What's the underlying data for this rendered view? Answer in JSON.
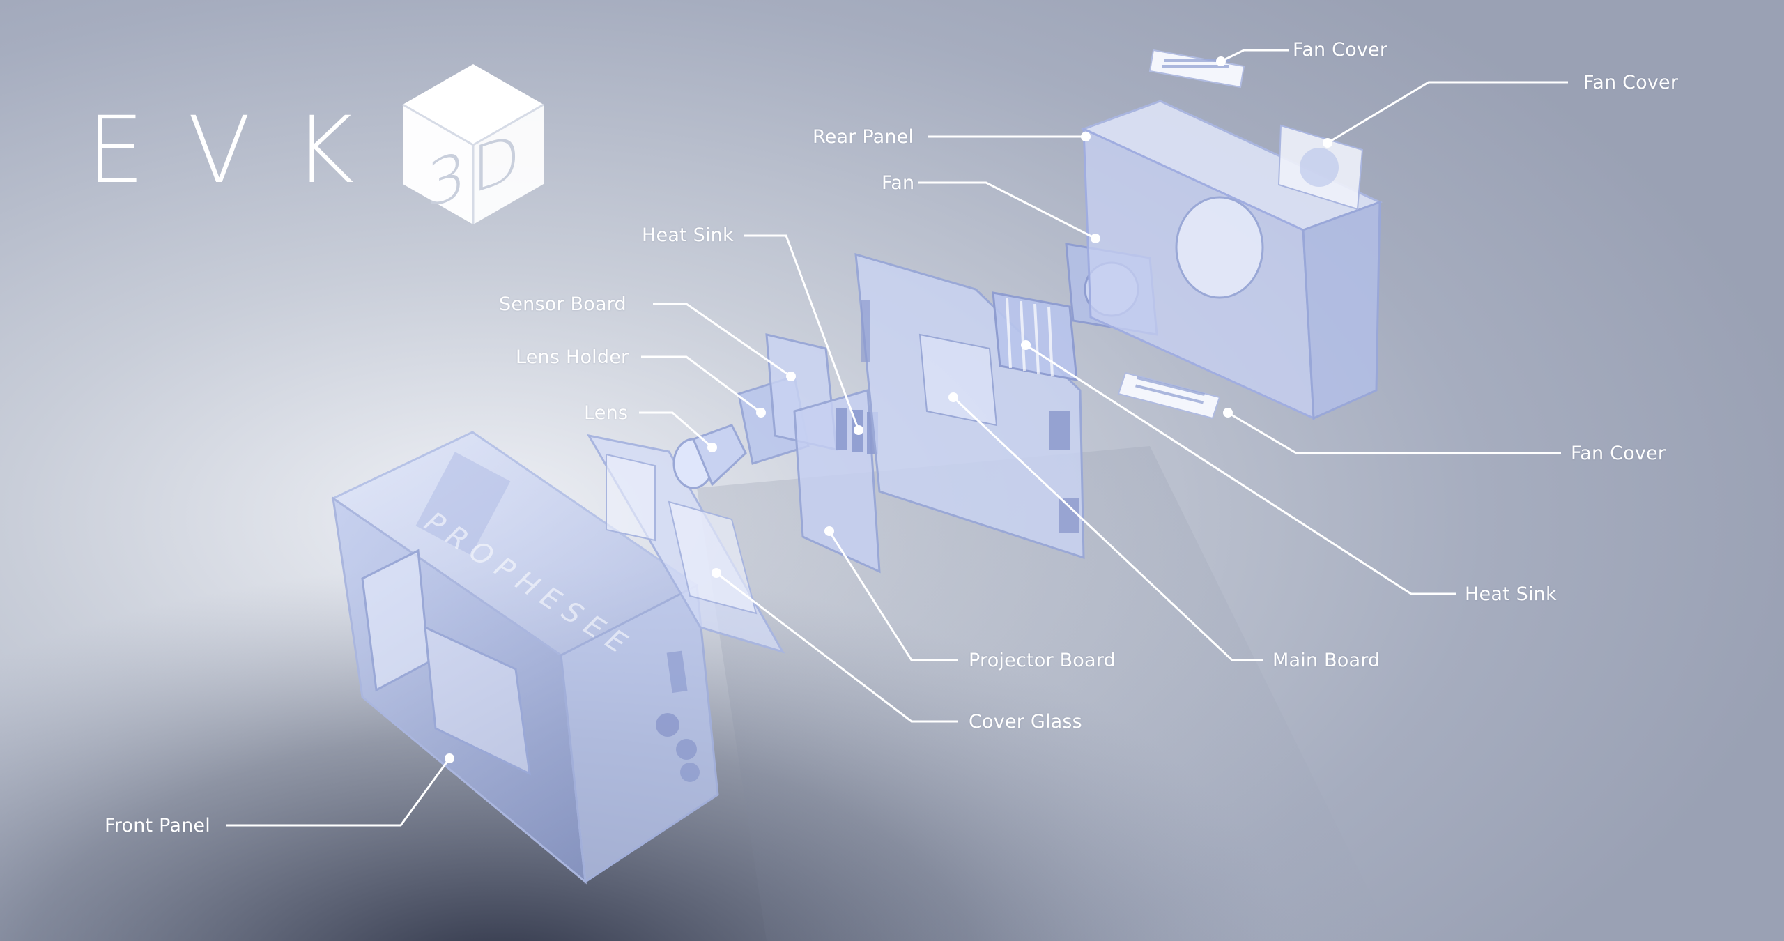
{
  "brand": {
    "word": "EVK",
    "cube_text": "3D"
  },
  "housing_print": "PROPHESEE",
  "labels": {
    "fan_cover_top": "Fan Cover",
    "fan_cover_right": "Fan Cover",
    "rear_panel": "Rear Panel",
    "fan": "Fan",
    "heat_sink_left": "Heat Sink",
    "sensor_board": "Sensor Board",
    "lens_holder": "Lens Holder",
    "lens": "Lens",
    "fan_cover_bottom": "Fan Cover",
    "heat_sink_right": "Heat Sink",
    "projector_board": "Projector Board",
    "main_board": "Main Board",
    "cover_glass": "Cover Glass",
    "front_panel": "Front Panel"
  },
  "colors": {
    "background_light": "#e9ecf3",
    "background_mid": "#b3bacb",
    "background_dark": "#2b3040",
    "part_fill": "#c9d3f0",
    "part_edge": "#9aa8d6",
    "label_text": "#ffffff"
  }
}
